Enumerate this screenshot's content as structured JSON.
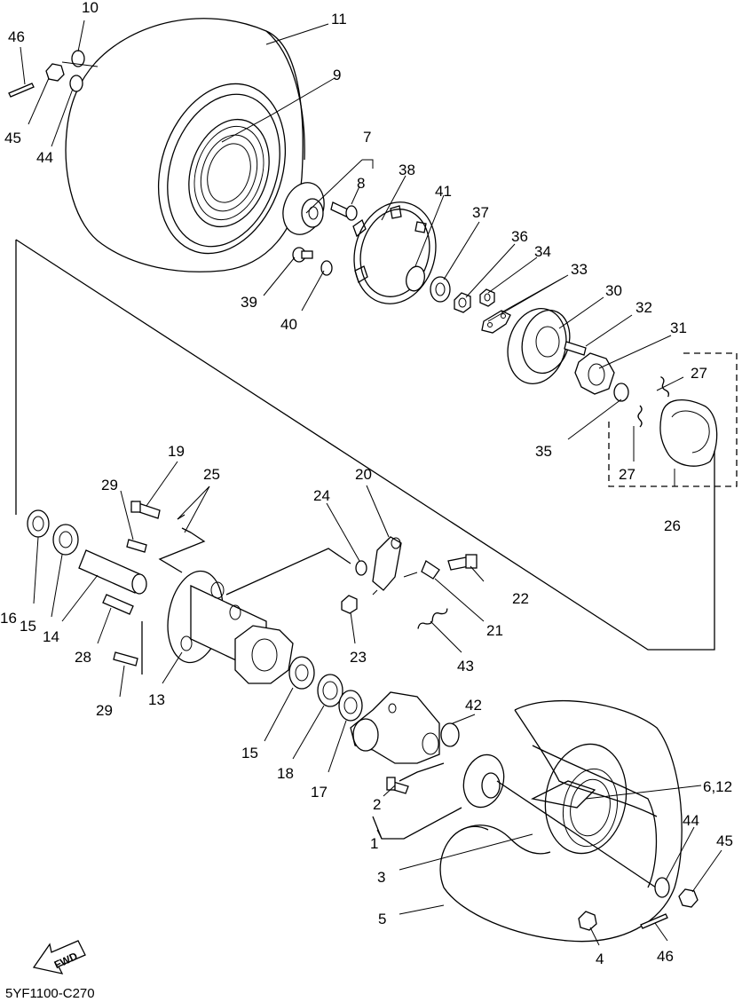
{
  "diagram": {
    "drawing_code": "5YF1100-C270",
    "fwd_label": "FWD",
    "callouts": {
      "c1": "1",
      "c2": "2",
      "c3": "3",
      "c4": "4",
      "c5": "5",
      "c6_12": "6,12",
      "c7": "7",
      "c8": "8",
      "c9": "9",
      "c10": "10",
      "c11": "11",
      "c13": "13",
      "c14": "14",
      "c15a": "15",
      "c15b": "15",
      "c16": "16",
      "c17": "17",
      "c18": "18",
      "c19": "19",
      "c20": "20",
      "c21": "21",
      "c22": "22",
      "c23": "23",
      "c24": "24",
      "c25": "25",
      "c26": "26",
      "c27a": "27",
      "c27b": "27",
      "c28": "28",
      "c29a": "29",
      "c29b": "29",
      "c30": "30",
      "c31": "31",
      "c32": "32",
      "c33": "33",
      "c34": "34",
      "c35": "35",
      "c36": "36",
      "c37": "37",
      "c38": "38",
      "c39": "39",
      "c40": "40",
      "c41": "41",
      "c42": "42",
      "c43": "43",
      "c44a": "44",
      "c44b": "44",
      "c45a": "45",
      "c45b": "45",
      "c46a": "46",
      "c46b": "46"
    }
  }
}
